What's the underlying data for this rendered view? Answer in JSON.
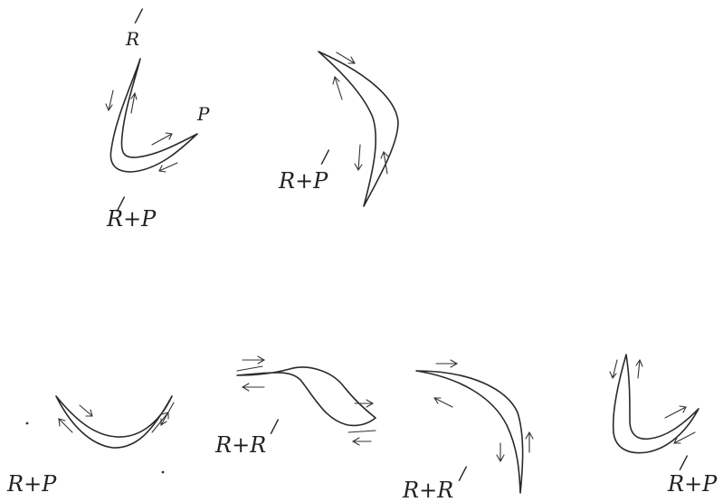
{
  "labels": {
    "fig1_r_prime": "R",
    "fig1_p": "P",
    "fig1_caption": "R+P",
    "fig2_caption": "R+P",
    "fig3_caption": "R+P",
    "fig4_caption": "R+R",
    "fig5_caption": "R+R",
    "fig6_caption": "R+P",
    "prime": "/"
  }
}
